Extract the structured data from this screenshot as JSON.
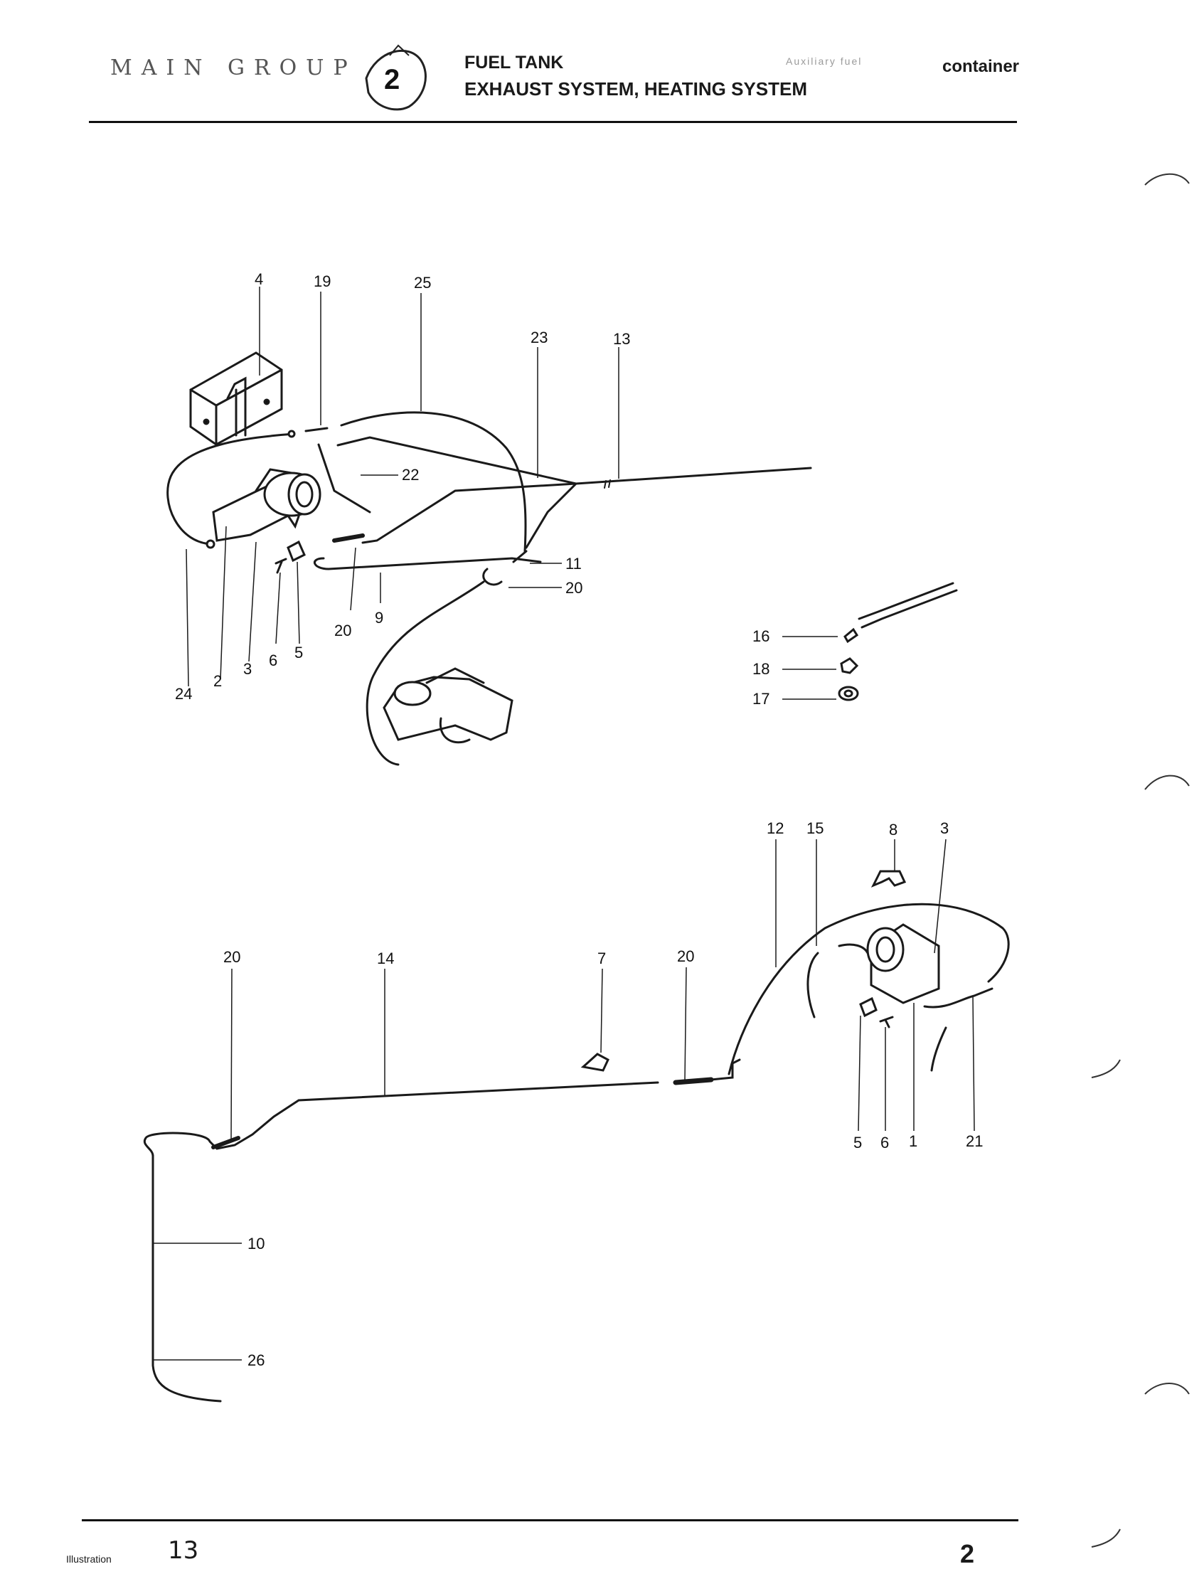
{
  "header": {
    "main_group": "MAIN GROUP",
    "title_line1": "FUEL TANK",
    "title_line2": "EXHAUST SYSTEM, HEATING SYSTEM",
    "faint_text": "Auxiliary fuel",
    "container": "container",
    "group_badge": "2"
  },
  "callouts": {
    "c4": "4",
    "c19": "19",
    "c25": "25",
    "c23": "23",
    "c13": "13",
    "c22": "22",
    "c11": "11",
    "c20a": "20",
    "c9": "9",
    "c20b": "20",
    "c5a": "5",
    "c6a": "6",
    "c3a": "3",
    "c2": "2",
    "c24": "24",
    "c16": "16",
    "c18": "18",
    "c17": "17",
    "c12": "12",
    "c15": "15",
    "c8": "8",
    "c3b": "3",
    "c20c": "20",
    "c14": "14",
    "c7": "7",
    "c20d": "20",
    "c5b": "5",
    "c6b": "6",
    "c1": "1",
    "c21": "21",
    "c10": "10",
    "c26": "26"
  },
  "footer": {
    "illustration_label": "Illustration",
    "illustration_number": "13",
    "page_number": "2"
  }
}
